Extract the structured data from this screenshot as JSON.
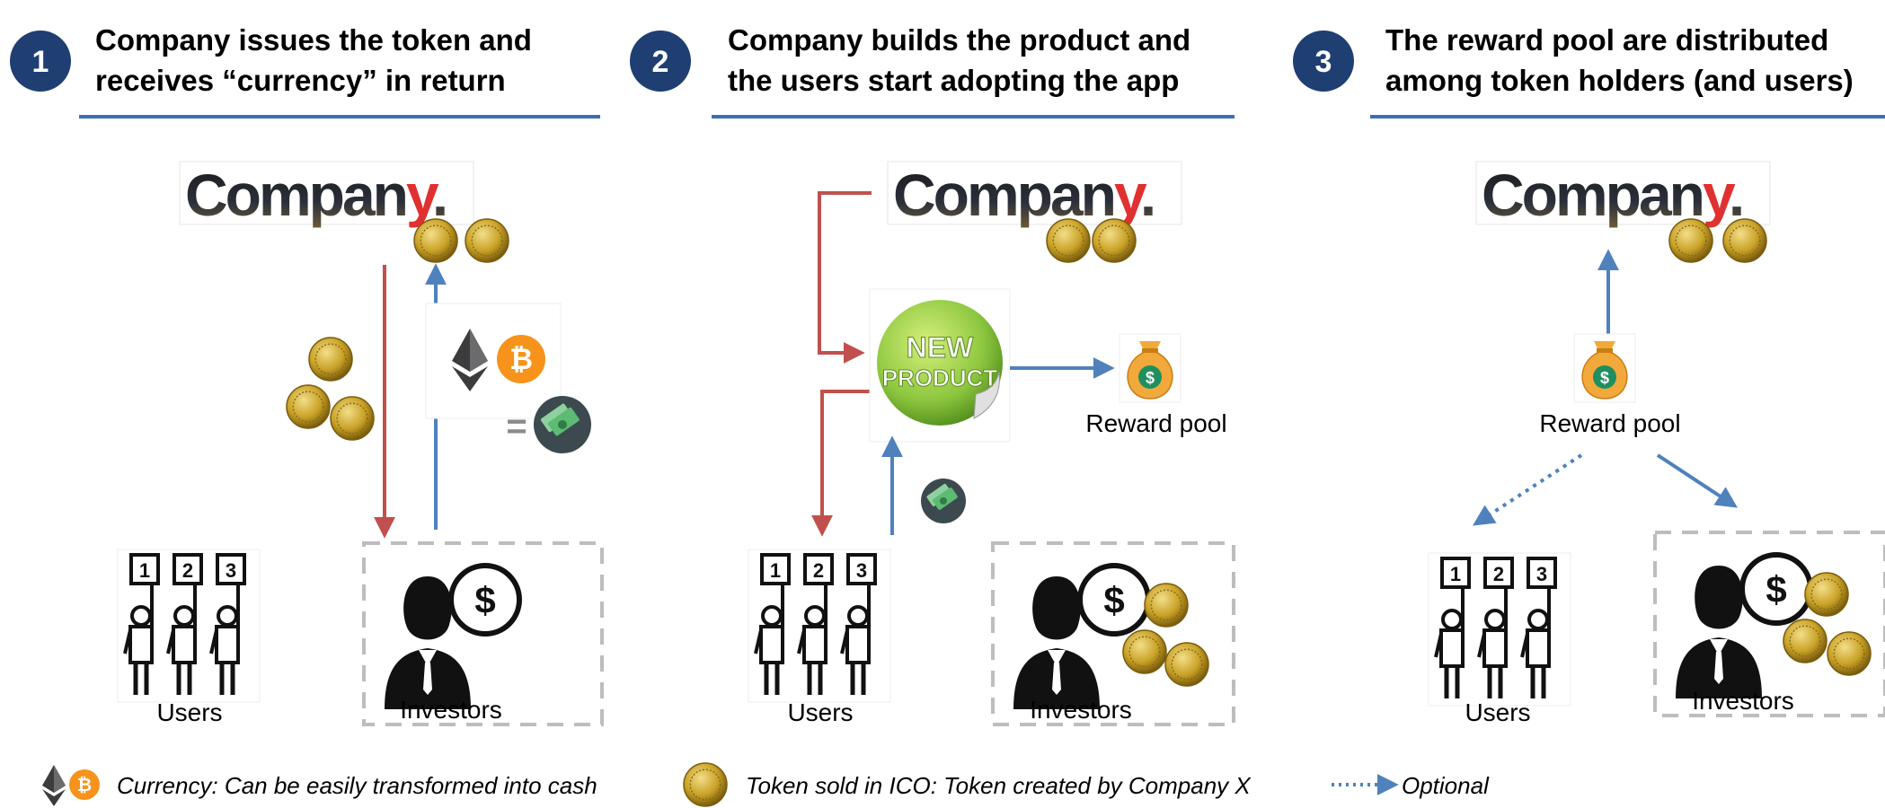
{
  "colors": {
    "badge": "#1f3f73",
    "rule": "#3b6fb5",
    "red_arrow": "#c0504d",
    "blue_arrow": "#4f81bd",
    "coin": "#c9a227",
    "coin_dark": "#8a6d12",
    "ether": "#3c3c3d",
    "bitcoin": "#f7931a",
    "new_product": "#8cc63f",
    "dash_box": "#bdbdbd",
    "logo_text": "#111111",
    "logo_accent": "#e03030"
  },
  "steps": [
    {
      "number": "1",
      "title_line1": "Company issues the token and",
      "title_line2": "receives “currency” in return"
    },
    {
      "number": "2",
      "title_line1": "Company builds the product and",
      "title_line2": "the users start  adopting the app"
    },
    {
      "number": "3",
      "title_line1": "The reward pool are distributed",
      "title_line2": "among token holders (and users)"
    }
  ],
  "logo": {
    "text_main": "Compan",
    "text_accent": "y",
    "text_dot": "."
  },
  "product_badge": {
    "line1": "NEW",
    "line2": "PRODUCT"
  },
  "labels": {
    "users": "Users",
    "investors": "Investors",
    "reward_pool": "Reward pool"
  },
  "voter_signs": [
    "1",
    "2",
    "3"
  ],
  "icons": {
    "coin": "token-coin-icon",
    "ether": "ethereum-icon",
    "bitcoin": "bitcoin-icon",
    "cash": "cash-icon",
    "money_bag": "money-bag-icon",
    "investor": "investor-icon",
    "users": "voters-icon",
    "dollar_symbol": "$",
    "bitcoin_symbol": "₿",
    "equals_symbol": "="
  },
  "legend": {
    "currency": "Currency: Can be easily transformed into cash",
    "token": "Token sold in ICO: Token created by Company X",
    "optional": "Optional"
  }
}
